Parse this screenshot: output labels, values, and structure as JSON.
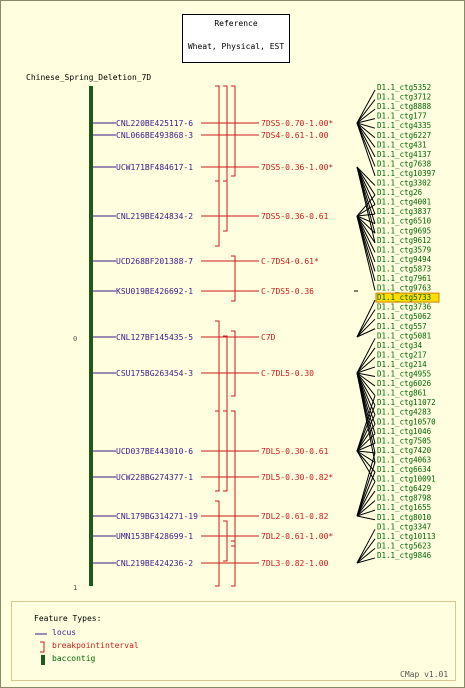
{
  "reference": {
    "line1": "Reference",
    "line2": "Wheat, Physical, EST"
  },
  "map_title": "Chinese_Spring_Deletion_7D",
  "axis": {
    "top": "0",
    "bottom": "1"
  },
  "loci": [
    {
      "name": "CNL220BE425117-6",
      "interval": "7DS5-0.70-1.00*"
    },
    {
      "name": "CNL066BE493868-3",
      "interval": "7DS4-0.61-1.00"
    },
    {
      "name": "UCW171BF484617-1",
      "interval": "7DS5-0.36-1.00*"
    },
    {
      "name": "CNL219BE424834-2",
      "interval": "7DS5-0.36-0.61"
    },
    {
      "name": "UCD268BF201388-7",
      "interval": "C-7DS4-0.61*"
    },
    {
      "name": "KSU019BE426692-1",
      "interval": "C-7DS5-0.36"
    },
    {
      "name": "CNL127BF145435-5",
      "interval": "C7D"
    },
    {
      "name": "CSU175BG263454-3",
      "interval": "C-7DL5-0.30"
    },
    {
      "name": "UCD037BE443010-6",
      "interval": "7DL5-0.30-0.61"
    },
    {
      "name": "UCW228BG274377-1",
      "interval": "7DL5-0.30-0.82*"
    },
    {
      "name": "CNL179BG314271-19",
      "interval": "7DL2-0.61-0.82"
    },
    {
      "name": "UMN153BF428699-1",
      "interval": "7DL2-0.61-1.00*"
    },
    {
      "name": "CNL219BE424236-2",
      "interval": "7DL3-0.82-1.00"
    }
  ],
  "contigs": [
    "D1.1_ctg5352",
    "D1.1_ctg3712",
    "D1.1_ctg8888",
    "D1.1_ctg177",
    "D1.1_ctg4335",
    "D1.1_ctg6227",
    "D1.1_ctg431",
    "D1.1_ctg4137",
    "D1.1_ctg7638",
    "D1.1_ctg10397",
    "D1.1_ctg3302",
    "D1.1_ctg26",
    "D1.1_ctg4001",
    "D1.1_ctg3837",
    "D1.1_ctg6510",
    "D1.1_ctg9695",
    "D1.1_ctg9612",
    "D1.1_ctg3579",
    "D1.1_ctg9494",
    "D1.1_ctg5873",
    "D1.1_ctg7961",
    "D1.1_ctg9763",
    "D1.1_ctg5733",
    "D1.1_ctg3736",
    "D1.1_ctg5062",
    "D1.1_ctg557",
    "D1.1_ctg5081",
    "D1.1_ctg34",
    "D1.1_ctg217",
    "D1.1_ctg214",
    "D1.1_ctg4955",
    "D1.1_ctg6026",
    "D1.1_ctg861",
    "D1.1_ctg11072",
    "D1.1_ctg4283",
    "D1.1_ctg10570",
    "D1.1_ctg1046",
    "D1.1_ctg7505",
    "D1.1_ctg7420",
    "D1.1_ctg4063",
    "D1.1_ctg6634",
    "D1.1_ctg10091",
    "D1.1_ctg6429",
    "D1.1_ctg8798",
    "D1.1_ctg1655",
    "D1.1_ctg8010",
    "D1.1_ctg3347",
    "D1.1_ctg10113",
    "D1.1_ctg5623",
    "D1.1_ctg9846"
  ],
  "highlighted_contig": "D1.1_ctg5733",
  "legend": {
    "title": "Feature Types:",
    "items": [
      {
        "label": "locus",
        "icon": "locus-line-icon"
      },
      {
        "label": "breakpointinterval",
        "icon": "bracket-icon"
      },
      {
        "label": "baccontig",
        "icon": "green-bar-icon"
      }
    ]
  },
  "footer": "CMap v1.01",
  "colors": {
    "background": "#ffffe0",
    "locus": "#3a1a8c",
    "interval": "#cc1a1a",
    "contig_text": "#006400",
    "contig_line": "#000000",
    "map_bar": "#1e5a1e",
    "highlight": "#ffdd00"
  }
}
